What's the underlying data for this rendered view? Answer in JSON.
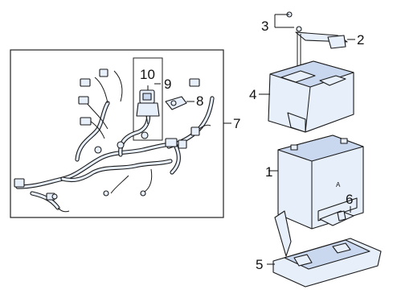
{
  "callouts": {
    "c1": "1",
    "c2": "2",
    "c3": "3",
    "c4": "4",
    "c5": "5",
    "c6": "6",
    "c7": "7",
    "c8": "8",
    "c9": "9",
    "c10": "10"
  },
  "colors": {
    "part_fill": "#e7effa",
    "part_shade": "#c9d8ee",
    "outline": "#1a1a1a"
  }
}
